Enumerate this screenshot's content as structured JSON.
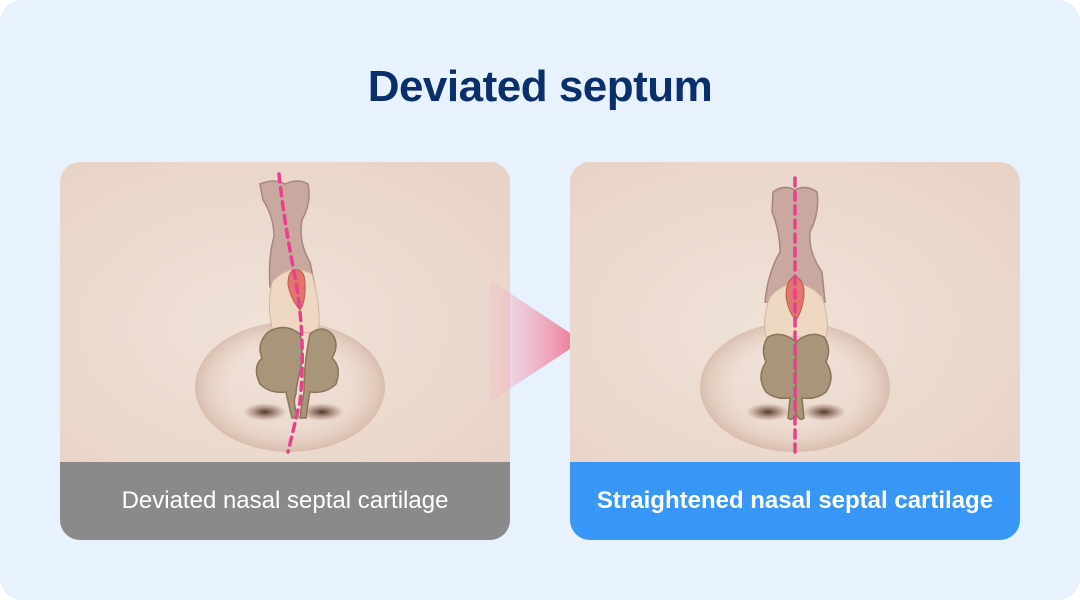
{
  "title": "Deviated septum",
  "panels": [
    {
      "caption": "Deviated nasal septal cartilage",
      "state": "deviated",
      "caption_bg": "#8a8a8a"
    },
    {
      "caption": "Straightened nasal septal cartilage",
      "state": "straightened",
      "caption_bg": "#3796f6"
    }
  ],
  "colors": {
    "background": "#e8f2fe",
    "title": "#0b2f6b",
    "skin": "#e8d4c8",
    "midline": "#e8408a",
    "arrow": "#ee7090"
  }
}
